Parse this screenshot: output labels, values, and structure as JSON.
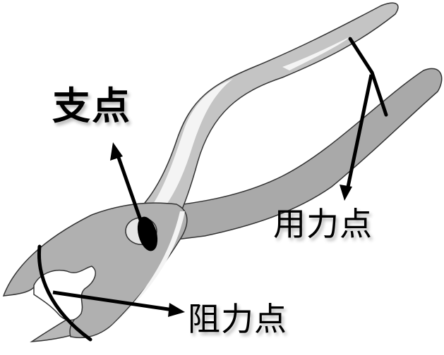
{
  "diagram": {
    "subject": "pliers as a lever",
    "labels": {
      "fulcrum": "支点",
      "effort_point": "用力点",
      "resistance_point": "阻力点"
    },
    "colors": {
      "background": "#ffffff",
      "handle_dark": "#a9a9a9",
      "handle_light": "#c8c8c8",
      "highlight": "#f2f2f2",
      "outline": "#333333",
      "annotation": "#000000"
    },
    "components": [
      "upper-handle",
      "lower-handle",
      "pivot-hole",
      "jaw",
      "fulcrum-mark",
      "effort-arrow",
      "resistance-arrow",
      "resistance-arc",
      "effort-bracket"
    ]
  }
}
